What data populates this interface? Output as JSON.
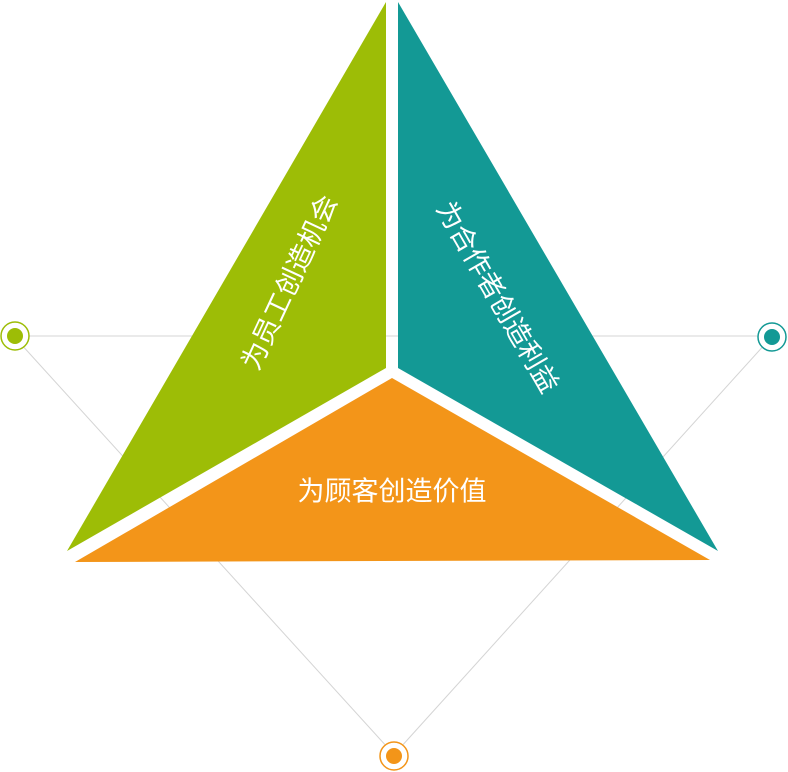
{
  "segments": {
    "employees": {
      "label": "为员工创造机会",
      "color": "#9dbd06"
    },
    "partners": {
      "label": "为合作者创造利益",
      "color": "#139995"
    },
    "customers": {
      "label": "为顾客创造价值",
      "color": "#f39519"
    }
  },
  "connector_color": "#d4d4d4"
}
